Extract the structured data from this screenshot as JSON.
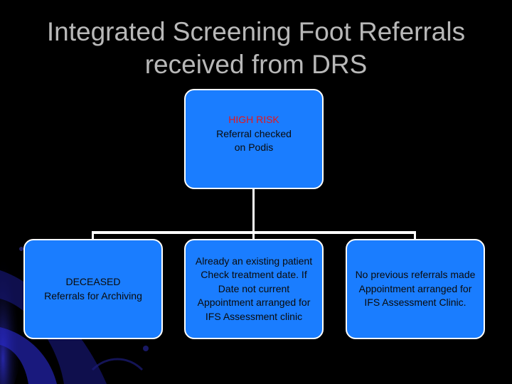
{
  "title": {
    "line1": "Integrated Screening Foot Referrals",
    "line2": "received from DRS"
  },
  "colors": {
    "background": "#000000",
    "box_fill": "#1a7dff",
    "box_border": "#ffffff",
    "connector": "#ffffff",
    "title_text": "#b8b8b8",
    "highlight_text": "#e8151a"
  },
  "nodes": {
    "root": {
      "highlight": "HIGH RISK",
      "lines": [
        "Referral checked",
        "on Podis"
      ]
    },
    "deceased": {
      "lines": [
        "DECEASED",
        "Referrals for Archiving"
      ]
    },
    "existing": {
      "lines": [
        "Already an existing patient",
        "Check treatment date. If",
        "Date not current",
        "Appointment arranged for",
        "IFS Assessment clinic"
      ]
    },
    "new": {
      "lines": [
        "No previous referrals made",
        "Appointment arranged for",
        "IFS Assessment Clinic."
      ]
    }
  }
}
